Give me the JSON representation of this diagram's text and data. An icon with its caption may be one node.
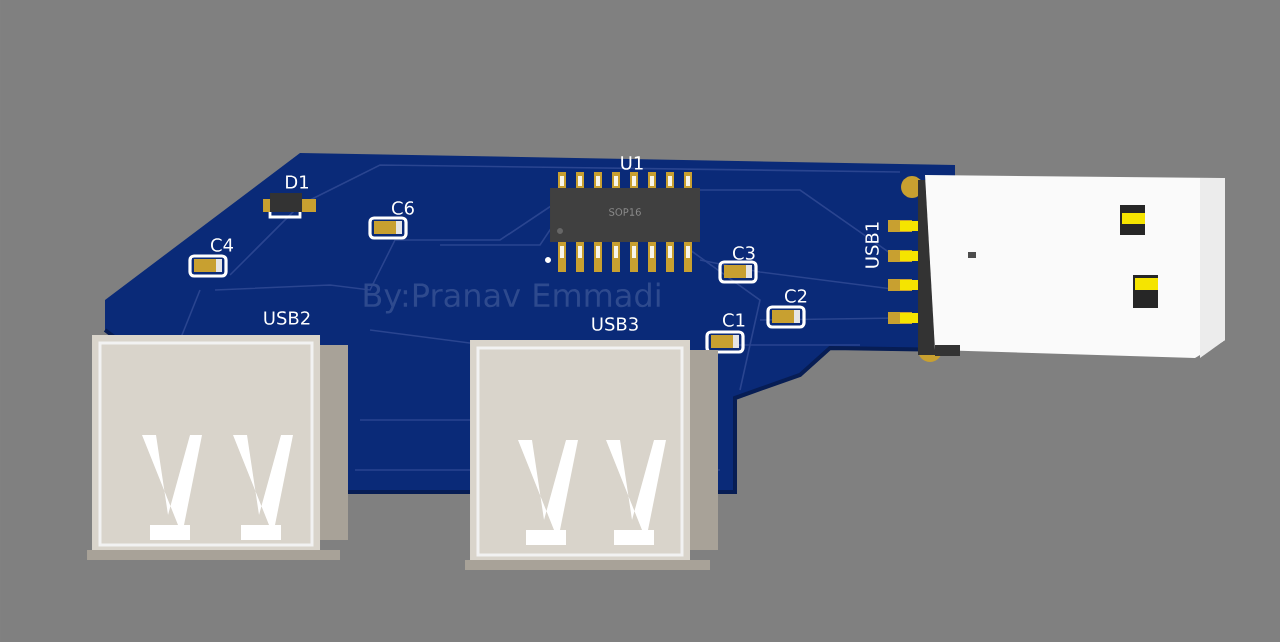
{
  "diagram": {
    "labels": [
      "U1",
      "D1",
      "C6",
      "SOP16",
      "C3",
      "C4",
      "C2",
      "By:Pranav Emmadi",
      "C1",
      "USB1",
      "USB2",
      "USB3"
    ]
  }
}
